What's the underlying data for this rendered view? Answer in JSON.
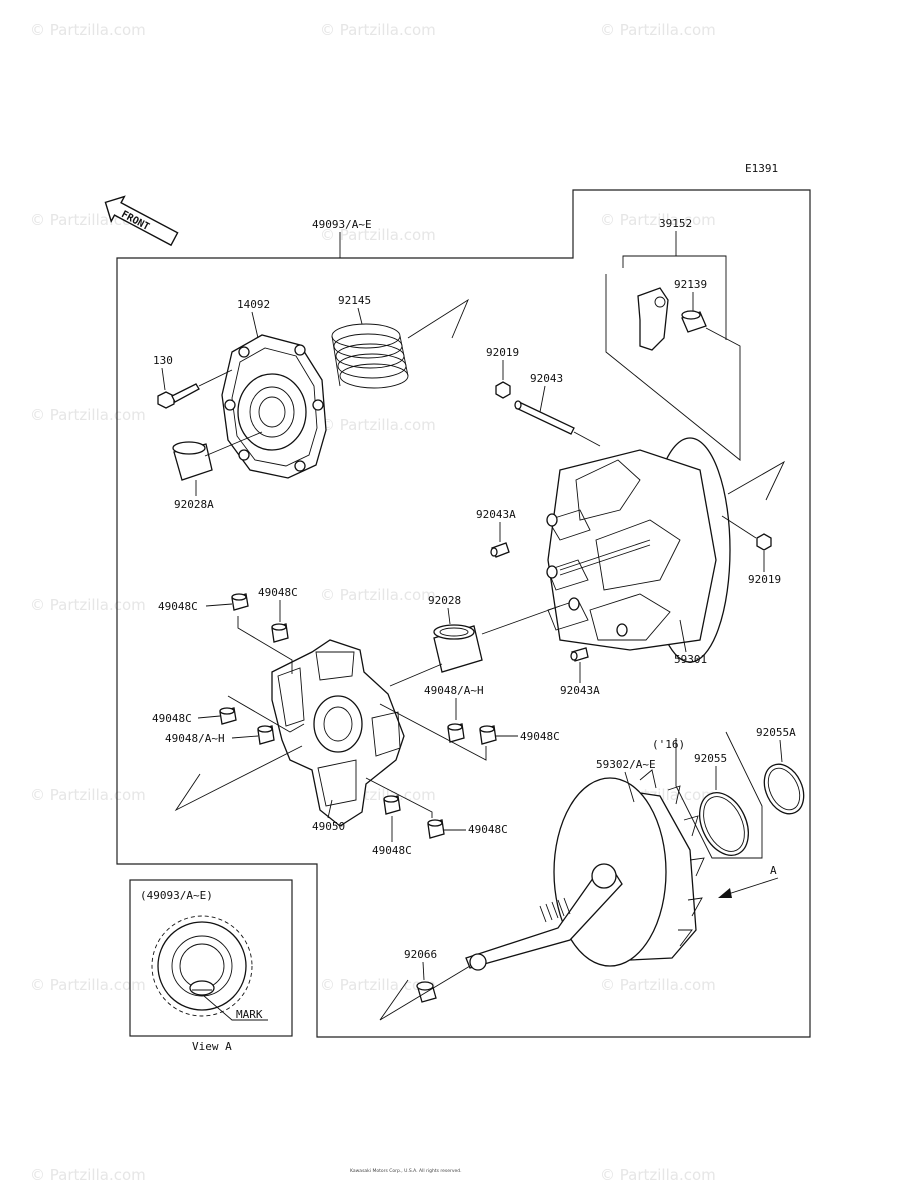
{
  "diagram_code": "E1391",
  "front_badge": "FRONT",
  "watermark": "© Partzilla.com",
  "footer": "Kawasaki Motors Corp., U.S.A. All rights reserved.",
  "callouts": {
    "assy_top": "49093/A~E",
    "p14092": "14092",
    "p92145": "92145",
    "p130": "130",
    "p92028A": "92028A",
    "p39152": "39152",
    "p92139": "92139",
    "p92019_top": "92019",
    "p92043": "92043",
    "p92043A_top": "92043A",
    "p92019_right": "92019",
    "p92028": "92028",
    "p59301": "59301",
    "p92043A_bottom": "92043A",
    "p49048C_1": "49048C",
    "p49048C_2": "49048C",
    "p49048AH_1": "49048/A~H",
    "p49048C_3": "49048C",
    "p49048AH_2": "49048/A~H",
    "p49048C_4": "49048C",
    "p49050": "49050",
    "p49048C_5": "49048C",
    "p49048C_6": "49048C",
    "p59302": "59302/A~E",
    "p_16": "('16)",
    "p92055": "92055",
    "p92055A": "92055A",
    "p92066": "92066",
    "arrow_a": "A",
    "inset_assy": "(49093/A~E)",
    "mark": "MARK",
    "view_a": "View A"
  }
}
